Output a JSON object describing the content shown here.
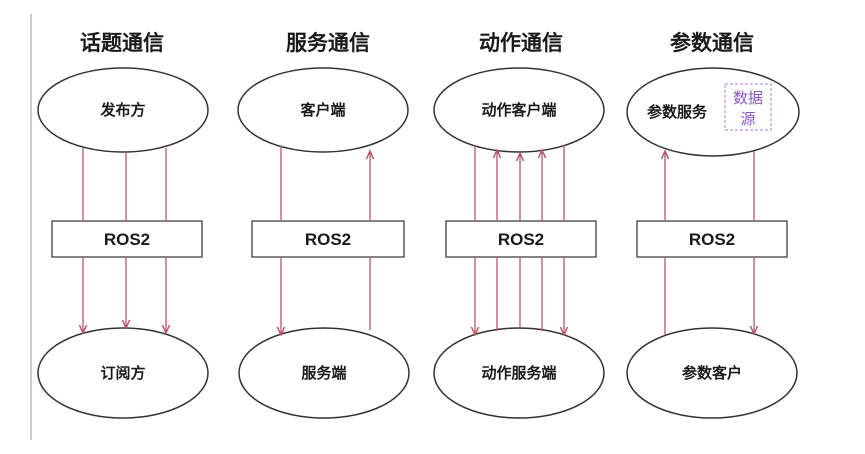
{
  "columns": [
    {
      "title": "话题通信",
      "top_node": "发布方",
      "middle": "ROS2",
      "bottom_node": "订阅方"
    },
    {
      "title": "服务通信",
      "top_node": "客户端",
      "middle": "ROS2",
      "bottom_node": "服务端"
    },
    {
      "title": "动作通信",
      "top_node": "动作客户端",
      "middle": "ROS2",
      "bottom_node": "动作服务端"
    },
    {
      "title": "参数通信",
      "top_node": "参数服务",
      "middle": "ROS2",
      "bottom_node": "参数客户",
      "badge": [
        "数据",
        "源"
      ]
    }
  ],
  "colors": {
    "arrow": "#b8576a",
    "stroke": "#333333",
    "badge_border": "#b89adf",
    "badge_text": "#8a55c8"
  }
}
